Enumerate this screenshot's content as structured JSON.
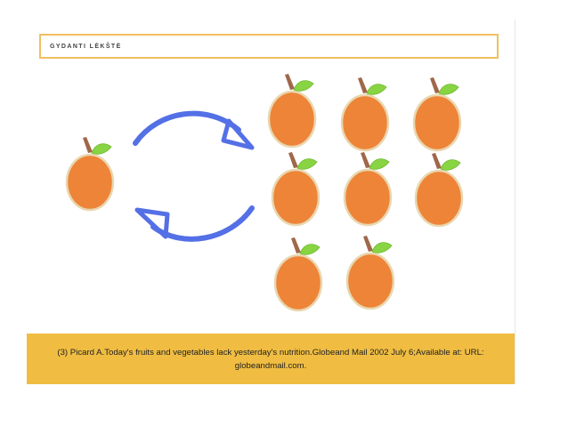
{
  "slide": {
    "title": "GYDANTI LĖKŠTĖ",
    "citation": "(3) Picard A.Today's fruits and vegetables lack yesterday's nutrition.Globeand Mail 2002 July 6;Available at: URL: globeandmail.com."
  },
  "illustration": {
    "left_fruit_count": 1,
    "right_fruit_count": 8,
    "arrow_icon": "cycle-arrows-icon",
    "fruit_icon": "orange-icon"
  },
  "colors": {
    "orange": "#ee8438",
    "orange_outline": "#e9d7b0",
    "leaf": "#88d443",
    "stem": "#a0674a",
    "arrow": "#5470e6",
    "title_border": "#f0c060",
    "footer": "#f0bd42"
  }
}
